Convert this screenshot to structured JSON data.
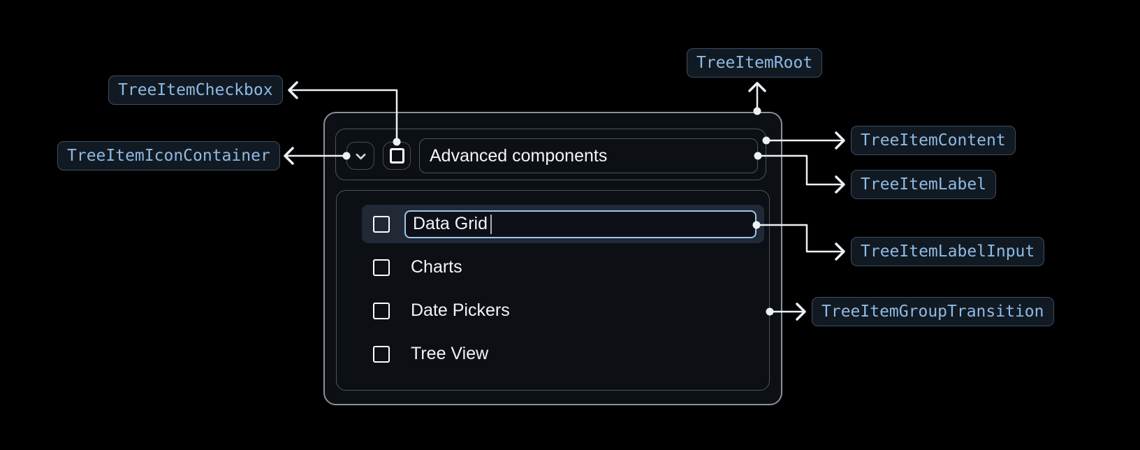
{
  "annotations": {
    "root": {
      "label": "TreeItemRoot"
    },
    "content": {
      "label": "TreeItemContent"
    },
    "label": {
      "label": "TreeItemLabel"
    },
    "label_input": {
      "label": "TreeItemLabelInput"
    },
    "group_transition": {
      "label": "TreeItemGroupTransition"
    },
    "checkbox": {
      "label": "TreeItemCheckbox"
    },
    "icon_container": {
      "label": "TreeItemIconContainer"
    }
  },
  "tree": {
    "parent": {
      "label": "Advanced components",
      "expanded": true,
      "checked": false
    },
    "items": [
      {
        "label": "Data Grid",
        "state": "editing",
        "checked": false
      },
      {
        "label": "Charts",
        "checked": false
      },
      {
        "label": "Date Pickers",
        "checked": false
      },
      {
        "label": "Tree View",
        "checked": false
      }
    ]
  },
  "icons": {
    "expand": "chevron-down-icon",
    "checkbox": "checkbox-unchecked-icon"
  },
  "colors": {
    "chip-bg": "#111A23",
    "chip-border": "#3E4E5F",
    "chip-text": "#8FBAE4",
    "root-border": "#8A9097",
    "inner-border": "#4E555F",
    "box-border": "#454C55",
    "widget-bg": "#0C1015",
    "row-bg": "#202935",
    "input-border": "#9CC9F2",
    "input-bg": "#0D1117",
    "line": "#ECF1F6",
    "text": "#F2F4F7",
    "chevron": "#CDD2D7",
    "caret": "#A9B0B7",
    "page-bg": "#000000"
  }
}
